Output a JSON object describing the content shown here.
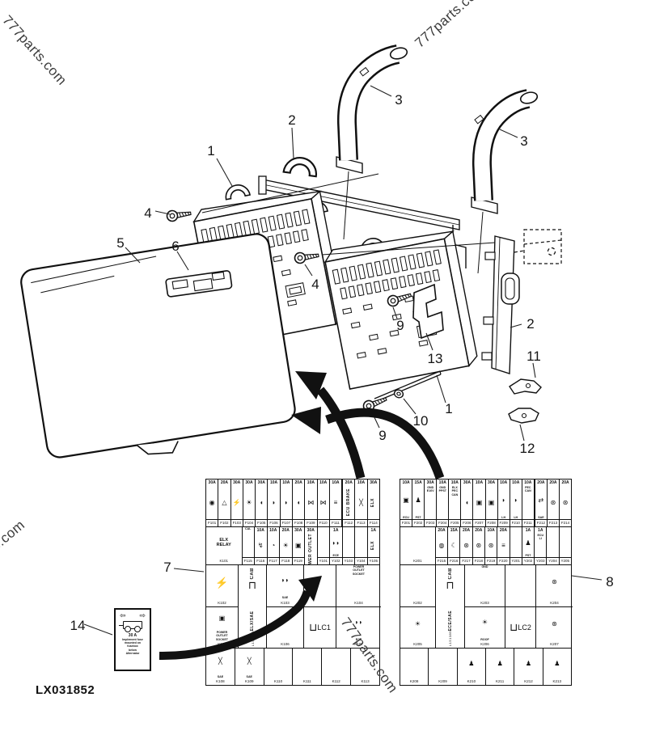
{
  "page": {
    "drawing_code": "LX031852"
  },
  "watermark": {
    "text": "777parts.com"
  },
  "callouts": [
    {
      "label": "1"
    },
    {
      "label": "2"
    },
    {
      "label": "3"
    },
    {
      "label": "3"
    },
    {
      "label": "4"
    },
    {
      "label": "4"
    },
    {
      "label": "5"
    },
    {
      "label": "6"
    },
    {
      "label": "9"
    },
    {
      "label": "13"
    },
    {
      "label": "2"
    },
    {
      "label": "11"
    },
    {
      "label": "1"
    },
    {
      "label": "10"
    },
    {
      "label": "9"
    },
    {
      "label": "12"
    },
    {
      "label": "14"
    },
    {
      "label": "7"
    },
    {
      "label": "8"
    }
  ],
  "implement_label": {
    "arrow_left_icon": "arrow-left",
    "arrow_right_icon": "arrow-right",
    "amp": "30 A",
    "lines": [
      "Implement fuse",
      "mounted on",
      "fusebox",
      "below",
      "Alternator"
    ]
  },
  "fuse_panels": {
    "left": {
      "row1": [
        {
          "amp": "30A",
          "icon": "horn",
          "id": "F101"
        },
        {
          "amp": "20A",
          "icon": "warning",
          "id": "F102"
        },
        {
          "amp": "30A",
          "icon": "bolt",
          "id": "F103"
        },
        {
          "amp": "30A",
          "icon": "lamp",
          "id": "F104"
        },
        {
          "amp": "30A",
          "icon": "beam",
          "id": "F105"
        },
        {
          "amp": "10A",
          "icon": "headlight",
          "id": "F106"
        },
        {
          "amp": "10A",
          "icon": "headlight",
          "id": "F107"
        },
        {
          "amp": "20A",
          "icon": "beam",
          "id": "F108"
        },
        {
          "amp": "10A",
          "icon": "plug",
          "id": "F109"
        },
        {
          "amp": "10A",
          "icon": "plug",
          "id": "F110"
        },
        {
          "amp": "10A",
          "icon": "lines",
          "id": "F111"
        },
        {
          "amp": "20A",
          "vtext": "ECU BRAKE",
          "id": "F112"
        },
        {
          "amp": "10A",
          "icon": "xbelt",
          "id": "F113"
        },
        {
          "amp": "30A",
          "vtext": "ELX",
          "id": "F114"
        }
      ],
      "row2": [
        {
          "span": 3,
          "big": "ELX\nRELAY",
          "id": "K101",
          "k": true
        },
        {
          "text": "CAL",
          "id": "F115"
        },
        {
          "amp": "10A",
          "icon": "lever",
          "id": "F116"
        },
        {
          "amp": "10A",
          "icon": "gauge",
          "id": "F117"
        },
        {
          "amp": "20A",
          "icon": "lamp",
          "id": "F118"
        },
        {
          "amp": "30A",
          "icon": "block",
          "id": "F119"
        },
        {
          "amp": "30A",
          "vtext": "POWER OUTLET",
          "id": "F120"
        },
        {
          "id": "Y101"
        },
        {
          "amp": "1A",
          "icon": "headlight-pair",
          "text": "ECE",
          "id": "Y102"
        },
        {
          "id": "Y103"
        },
        {
          "id": "Y104"
        },
        {
          "amp": "1A",
          "vtext": "ELX",
          "id": "Y105"
        }
      ],
      "mid": [
        {
          "w": 40,
          "cells": [
            {
              "icon": "bolt",
              "bigicon": true,
              "id": "K102"
            },
            {
              "icon": "block",
              "text": "POWER\nOUTLET\nSOCKET",
              "id": "K105"
            }
          ]
        },
        {
          "w": 35,
          "cells": [
            {
              "tall": true,
              "vt1": "CAB",
              "icon": "bracket-down",
              "vt2": "ELX/SAE",
              "vt3": "L151389"
            }
          ]
        },
        {
          "w": 46,
          "cells": [
            {
              "icon": "headlight-pair",
              "text": "SAE",
              "id": "K103"
            },
            {
              "id": "K106"
            }
          ]
        },
        {
          "w": 40,
          "cells": [
            {},
            {
              "icon": "bracket-up",
              "big": "LC1",
              "lc": true
            }
          ]
        },
        {
          "w": 55,
          "cells": [
            {
              "text": "POWER\nOUTLET\nSOCKET",
              "id": "K104"
            },
            {
              "icon": "headlight-pair",
              "text": "ECE",
              "id": "K107"
            }
          ]
        }
      ],
      "row5": [
        {
          "icon": "xbelt",
          "text": "SAE",
          "id": "K108"
        },
        {
          "icon": "xbelt",
          "text": "SAE",
          "id": "K109"
        },
        {
          "id": "K110"
        },
        {
          "id": "K111"
        },
        {
          "id": "K112"
        },
        {
          "id": "K113"
        }
      ]
    },
    "right": {
      "row1": [
        {
          "amp": "10A",
          "icon": "block",
          "text": "ECU",
          "id": "F201"
        },
        {
          "amp": "15A",
          "icon": "seat",
          "text": "PST",
          "id": "F202"
        },
        {
          "amp": "30A",
          "text": "GND\nE10V",
          "id": "F203"
        },
        {
          "amp": "10A",
          "text": "GND\nPPST",
          "id": "F204"
        },
        {
          "amp": "10A",
          "text": "ELX\nPEC\nCAN",
          "id": "F205"
        },
        {
          "amp": "30A",
          "icon": "beam",
          "id": "F206"
        },
        {
          "amp": "10A",
          "icon": "block",
          "id": "F207"
        },
        {
          "amp": "30A",
          "icon": "block",
          "id": "F208"
        },
        {
          "amp": "10A",
          "icon": "headlight",
          "text": "LH",
          "id": "F209"
        },
        {
          "amp": "10A",
          "icon": "headlight",
          "text": "LH",
          "id": "F210"
        },
        {
          "amp": "10A",
          "text": "PEC\nCAN",
          "id": "F211"
        },
        {
          "amp": "20A",
          "icon": "arrows",
          "text": "SAE",
          "id": "F212"
        },
        {
          "amp": "20A",
          "icon": "fan",
          "id": "F213"
        },
        {
          "amp": "20A",
          "icon": "fan",
          "id": "F214"
        }
      ],
      "row2": [
        {
          "span": 3,
          "id": "K201",
          "k": true
        },
        {
          "amp": "20A",
          "icon": "bell",
          "id": "F215"
        },
        {
          "amp": "15A",
          "icon": "moon",
          "id": "F216"
        },
        {
          "amp": "20A",
          "icon": "fan",
          "id": "F217"
        },
        {
          "amp": "20A",
          "icon": "fan",
          "id": "F218"
        },
        {
          "amp": "10A",
          "icon": "fan",
          "id": "F219"
        },
        {
          "amp": "20A",
          "icon": "lines",
          "id": "F220"
        },
        {
          "id": "Y201"
        },
        {
          "amp": "1A",
          "icon": "seat",
          "text": "PST",
          "id": "Y202"
        },
        {
          "amp": "1A",
          "text": "ECU\nLI",
          "id": "Y203"
        },
        {
          "id": "Y204"
        },
        {
          "id": "Y205"
        }
      ],
      "mid": [
        {
          "w": 44,
          "cells": [
            {
              "id": "K202"
            },
            {
              "icon": "beacon",
              "id": "K205"
            }
          ]
        },
        {
          "w": 36,
          "cells": [
            {
              "tall": true,
              "vt1": "CAB",
              "icon": "bracket-down",
              "vt2": "ECE/SAE",
              "vt3": "L151389"
            }
          ]
        },
        {
          "w": 50,
          "cells": [
            {
              "text": "GND",
              "id": "K203"
            },
            {
              "text": "ROOF",
              "icon": "beacon",
              "id": "K206"
            }
          ]
        },
        {
          "w": 38,
          "cells": [
            {},
            {
              "icon": "bracket-up",
              "big": "LC2",
              "lc": true
            }
          ]
        },
        {
          "w": 45,
          "cells": [
            {
              "icon": "fan",
              "id": "K204"
            },
            {
              "icon": "fan",
              "id": "K207"
            }
          ]
        }
      ],
      "row5": [
        {
          "id": "K208"
        },
        {
          "id": "K209"
        },
        {
          "icon": "seat",
          "id": "K210"
        },
        {
          "icon": "seat",
          "id": "K211"
        },
        {
          "icon": "seat",
          "id": "K212"
        },
        {
          "icon": "seat",
          "id": "K213"
        }
      ]
    }
  }
}
